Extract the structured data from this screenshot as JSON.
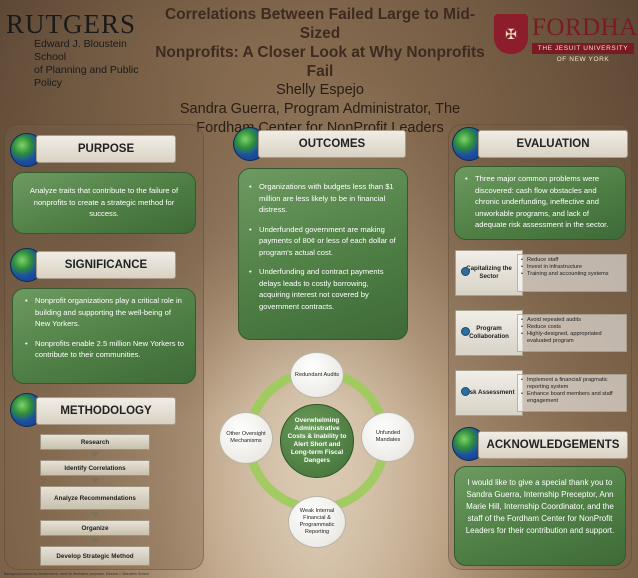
{
  "header": {
    "left_logo_word": "RUTGERS",
    "left_logo_sub_1": "Edward J. Bloustein School",
    "left_logo_sub_2": "of Planning and Public Policy",
    "title_line_1": "Correlations Between Failed Large to Mid-Sized",
    "title_line_2": "Nonprofits: A Closer Look at Why Nonprofits Fail",
    "author": "Shelly Espejo",
    "advisor_line_1": "Sandra Guerra, Program Administrator, The",
    "advisor_line_2": "Fordham Center for NonProfit Leaders",
    "right_logo_word": "FORDHAM",
    "right_logo_sub": "THE JESUIT UNIVERSITY OF NEW YORK"
  },
  "purpose": {
    "heading": "PURPOSE",
    "text": "Analyze traits that contribute to the failure of nonprofits to create a strategic method for success."
  },
  "significance": {
    "heading": "SIGNIFICANCE",
    "bullets": [
      "Nonprofit organizations play a critical role in building and supporting the well-being of New Yorkers.",
      "Nonprofits enable 2.5 million New Yorkers to contribute to their communities."
    ]
  },
  "methodology": {
    "heading": "METHODOLOGY",
    "steps": [
      "Research",
      "Identify Correlations",
      "Analyze Recommendations",
      "Organize",
      "Develop Strategic Method"
    ]
  },
  "outcomes": {
    "heading": "OUTCOMES",
    "bullets": [
      "Organizations with budgets less than $1 million are less likely to be in financial distress.",
      "Underfunded government are making payments of 80¢ or less of each dollar of program's actual cost.",
      "Underfunding and contract payments delays leads to costly borrowing, acquiring interest not covered by government contracts."
    ],
    "cycle": {
      "center": "Overwhelming Administrative Costs & Inability to Alert Short and Long-term Fiscal Dangers",
      "top": "Redundant Audits",
      "right": "Unfunded Mandates",
      "bottom": "Weak Internal Financial & Programmatic Reporting",
      "left": "Other Oversight Mechanisms"
    }
  },
  "evaluation": {
    "heading": "EVALUATION",
    "text": "Three major common problems were discovered: cash flow obstacles and chronic underfunding, ineffective and unworkable programs, and lack of adequate risk assessment in the sector.",
    "rows": [
      {
        "label": "Capitalizing the Sector",
        "items": [
          "Reduce staff",
          "Invest in infrastructure",
          "Training and accounting systems"
        ]
      },
      {
        "label": "Program Collaboration",
        "items": [
          "Avoid repeated audits",
          "Reduce costs",
          "Highly-designed, appropriated evaluated program"
        ]
      },
      {
        "label": "Risk Assessment",
        "items": [
          "Implement a financial/ pragmatic reporting system",
          "Enhance board members and staff engagement"
        ]
      }
    ]
  },
  "acknowledgements": {
    "heading": "ACKNOWLEDGEMENTS",
    "text": "I would like to give a special thank you to Sandra Guerra, Internship Preceptor, Ann Marie Hill, Internship Coordinator, and the staff of the Fordham Center for NonProfit Leaders for their contribution and support."
  },
  "footer": {
    "note": "Background photo by Shutterstock, used for illustrative purposes. Edward J. Bloustein School"
  },
  "colors": {
    "accent_green": "#4f7f45",
    "fordham_maroon": "#7a1a24"
  }
}
